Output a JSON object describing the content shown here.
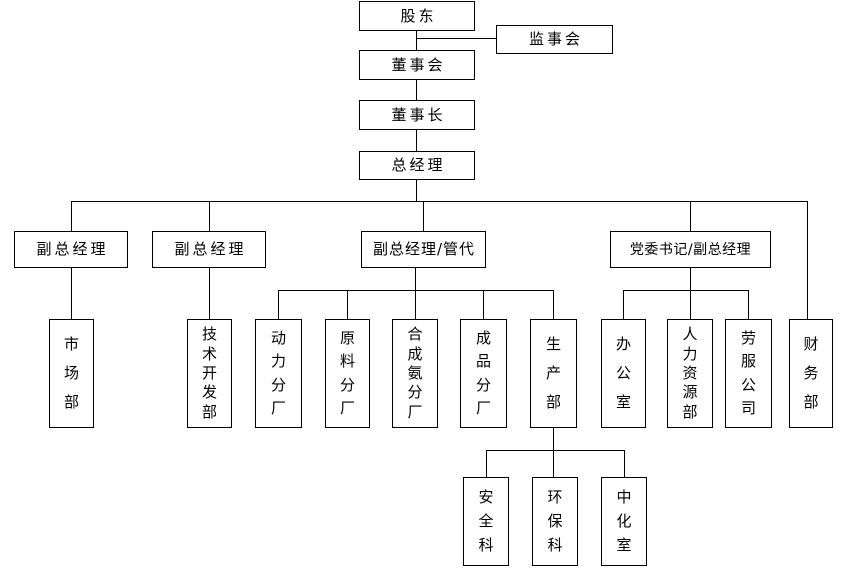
{
  "org_chart": {
    "type": "organization-chart",
    "colors": {
      "background": "#ffffff",
      "box_fill": "#ffffff",
      "border": "#000000",
      "line": "#000000",
      "text": "#000000"
    },
    "nodes": [
      {
        "id": "shareholders",
        "label": "股东"
      },
      {
        "id": "supervisory-board",
        "label": "监事会"
      },
      {
        "id": "board-of-directors",
        "label": "董事会"
      },
      {
        "id": "chairman",
        "label": "董事长"
      },
      {
        "id": "general-manager",
        "label": "总经理"
      },
      {
        "id": "deputy-gm-1",
        "label": "副总经理"
      },
      {
        "id": "deputy-gm-2",
        "label": "副总经理"
      },
      {
        "id": "deputy-gm-mgmt-rep",
        "label": "副总经理/管代"
      },
      {
        "id": "party-secretary-deputy-gm",
        "label": "党委书记/副总经理"
      },
      {
        "id": "marketing-dept",
        "label": "市场部"
      },
      {
        "id": "tech-development-dept",
        "label": "技术开发部"
      },
      {
        "id": "power-branch",
        "label": "动力分厂"
      },
      {
        "id": "raw-material-branch",
        "label": "原料分厂"
      },
      {
        "id": "synthetic-ammonia-branch",
        "label": "合成氨分厂"
      },
      {
        "id": "finished-product-branch",
        "label": "成品分厂"
      },
      {
        "id": "production-dept",
        "label": "生产部"
      },
      {
        "id": "office",
        "label": "办公室"
      },
      {
        "id": "hr-dept",
        "label": "人力资源部"
      },
      {
        "id": "labor-service-company",
        "label": "劳服公司"
      },
      {
        "id": "finance-dept",
        "label": "财务部"
      },
      {
        "id": "safety-section",
        "label": "安全科"
      },
      {
        "id": "environmental-protection-section",
        "label": "环保科"
      },
      {
        "id": "central-chemical-lab",
        "label": "中化室"
      }
    ],
    "edges": [
      [
        "shareholders",
        "supervisory-board"
      ],
      [
        "shareholders",
        "board-of-directors"
      ],
      [
        "board-of-directors",
        "chairman"
      ],
      [
        "chairman",
        "general-manager"
      ],
      [
        "general-manager",
        "deputy-gm-1"
      ],
      [
        "general-manager",
        "deputy-gm-2"
      ],
      [
        "general-manager",
        "deputy-gm-mgmt-rep"
      ],
      [
        "general-manager",
        "party-secretary-deputy-gm"
      ],
      [
        "general-manager",
        "finance-dept"
      ],
      [
        "deputy-gm-1",
        "marketing-dept"
      ],
      [
        "deputy-gm-2",
        "tech-development-dept"
      ],
      [
        "deputy-gm-mgmt-rep",
        "power-branch"
      ],
      [
        "deputy-gm-mgmt-rep",
        "raw-material-branch"
      ],
      [
        "deputy-gm-mgmt-rep",
        "synthetic-ammonia-branch"
      ],
      [
        "deputy-gm-mgmt-rep",
        "finished-product-branch"
      ],
      [
        "deputy-gm-mgmt-rep",
        "production-dept"
      ],
      [
        "party-secretary-deputy-gm",
        "office"
      ],
      [
        "party-secretary-deputy-gm",
        "hr-dept"
      ],
      [
        "party-secretary-deputy-gm",
        "labor-service-company"
      ],
      [
        "production-dept",
        "safety-section"
      ],
      [
        "production-dept",
        "environmental-protection-section"
      ],
      [
        "production-dept",
        "central-chemical-lab"
      ]
    ]
  }
}
